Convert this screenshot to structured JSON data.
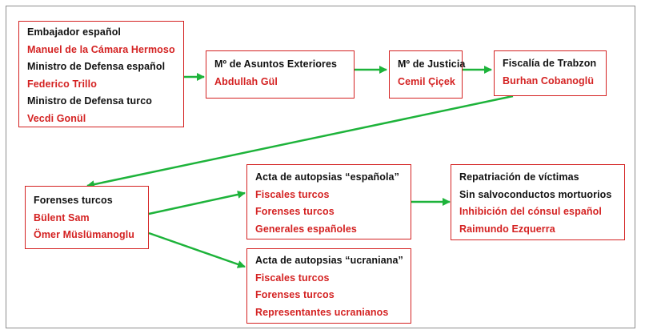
{
  "colors": {
    "box_border": "#d42222",
    "red_text": "#d42222",
    "black_text": "#111111",
    "arrow": "#1db33a",
    "frame": "#8c8c8c"
  },
  "boxes": {
    "embajador": {
      "lines": [
        {
          "text": "Embajador español",
          "style": "black"
        },
        {
          "text": "Manuel de la Cámara Hermoso",
          "style": "red"
        },
        {
          "text": "Ministro de Defensa español",
          "style": "black"
        },
        {
          "text": "Federico Trillo",
          "style": "red"
        },
        {
          "text": "Ministro de Defensa turco",
          "style": "black"
        },
        {
          "text": "Vecdi Gonül",
          "style": "red"
        }
      ]
    },
    "exteriores": {
      "lines": [
        {
          "text": "Mº de Asuntos Exteriores",
          "style": "black"
        },
        {
          "text": "Abdullah Gül",
          "style": "red"
        }
      ]
    },
    "justicia": {
      "lines": [
        {
          "text": "Mº de Justicia",
          "style": "black"
        },
        {
          "text": "Cemil Çiçek",
          "style": "red"
        }
      ]
    },
    "fiscalia": {
      "lines": [
        {
          "text": "Fiscalía de Trabzon",
          "style": "black"
        },
        {
          "text": "Burhan Cobanoglü",
          "style": "red"
        }
      ]
    },
    "forenses": {
      "lines": [
        {
          "text": "Forenses turcos",
          "style": "black"
        },
        {
          "text": "Bülent Sam",
          "style": "red"
        },
        {
          "text": "Ömer Müslümanoglu",
          "style": "red"
        }
      ]
    },
    "acta_espanola": {
      "lines": [
        {
          "text": "Acta de autopsias “española”",
          "style": "black"
        },
        {
          "text": "Fiscales turcos",
          "style": "red"
        },
        {
          "text": "Forenses turcos",
          "style": "red"
        },
        {
          "text": "Generales españoles",
          "style": "red"
        }
      ]
    },
    "acta_ucraniana": {
      "lines": [
        {
          "text": "Acta de autopsias “ucraniana”",
          "style": "black"
        },
        {
          "text": "Fiscales turcos",
          "style": "red"
        },
        {
          "text": "Forenses turcos",
          "style": "red"
        },
        {
          "text": "Representantes ucranianos",
          "style": "red"
        }
      ]
    },
    "repatriacion": {
      "lines": [
        {
          "text": "Repatriación de víctimas",
          "style": "black"
        },
        {
          "text": "Sin salvoconductos mortuorios",
          "style": "black"
        },
        {
          "text": "Inhibición del cónsul español",
          "style": "red"
        },
        {
          "text": "Raimundo Ezquerra",
          "style": "red"
        }
      ]
    }
  }
}
